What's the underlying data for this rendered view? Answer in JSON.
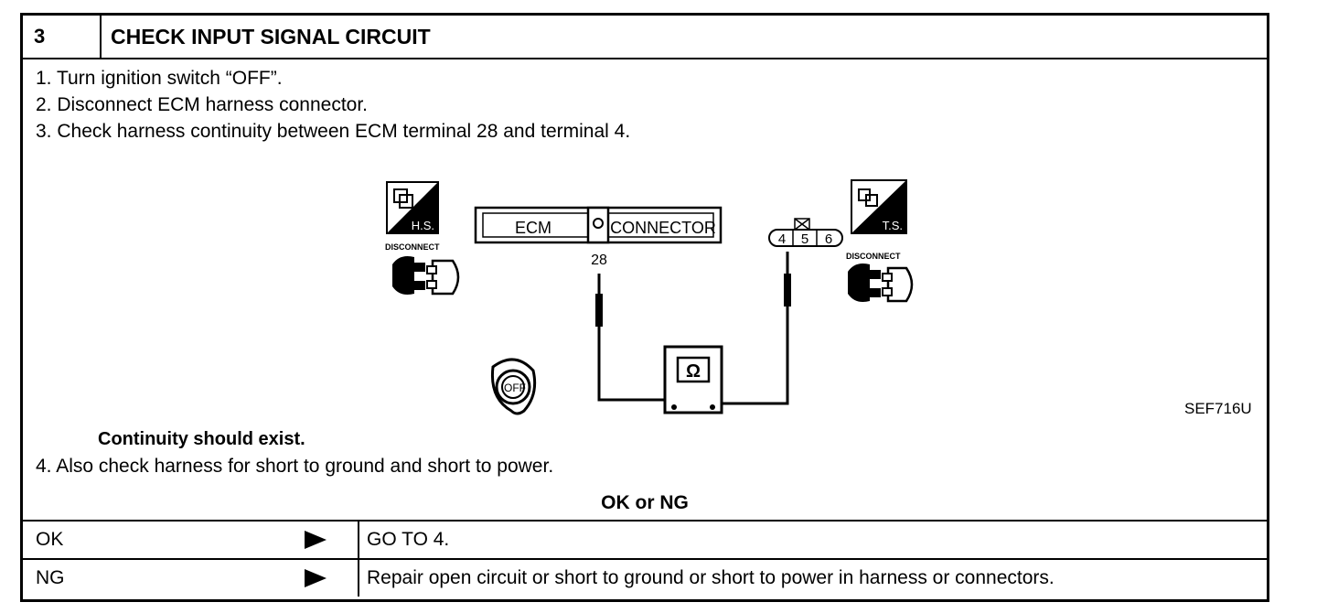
{
  "header": {
    "number": "3",
    "title": "CHECK INPUT SIGNAL CIRCUIT"
  },
  "steps": [
    "1.  Turn ignition switch “OFF”.",
    "2.  Disconnect ECM harness connector.",
    "3.  Check harness continuity between ECM terminal 28 and terminal 4."
  ],
  "diagram": {
    "hs_badge": "H.S.",
    "ts_badge": "T.S.",
    "disconnect_left": "DISCONNECT",
    "disconnect_right": "DISCONNECT",
    "ecm_label": "ECM",
    "connector_label": "CONNECTOR",
    "terminal_28": "28",
    "terminal_4": "4",
    "terminal_5": "5",
    "terminal_6": "6",
    "ohm_symbol": "Ω",
    "key_label": "OFF",
    "reference_code": "SEF716U"
  },
  "result_note": "Continuity should exist.",
  "step4": "4.  Also check harness for short to ground and short to power.",
  "decision_label": "OK or NG",
  "outcomes": [
    {
      "label": "OK",
      "action": "GO TO 4."
    },
    {
      "label": "NG",
      "action": "Repair open circuit or short to ground or short to power in harness or connectors."
    }
  ]
}
